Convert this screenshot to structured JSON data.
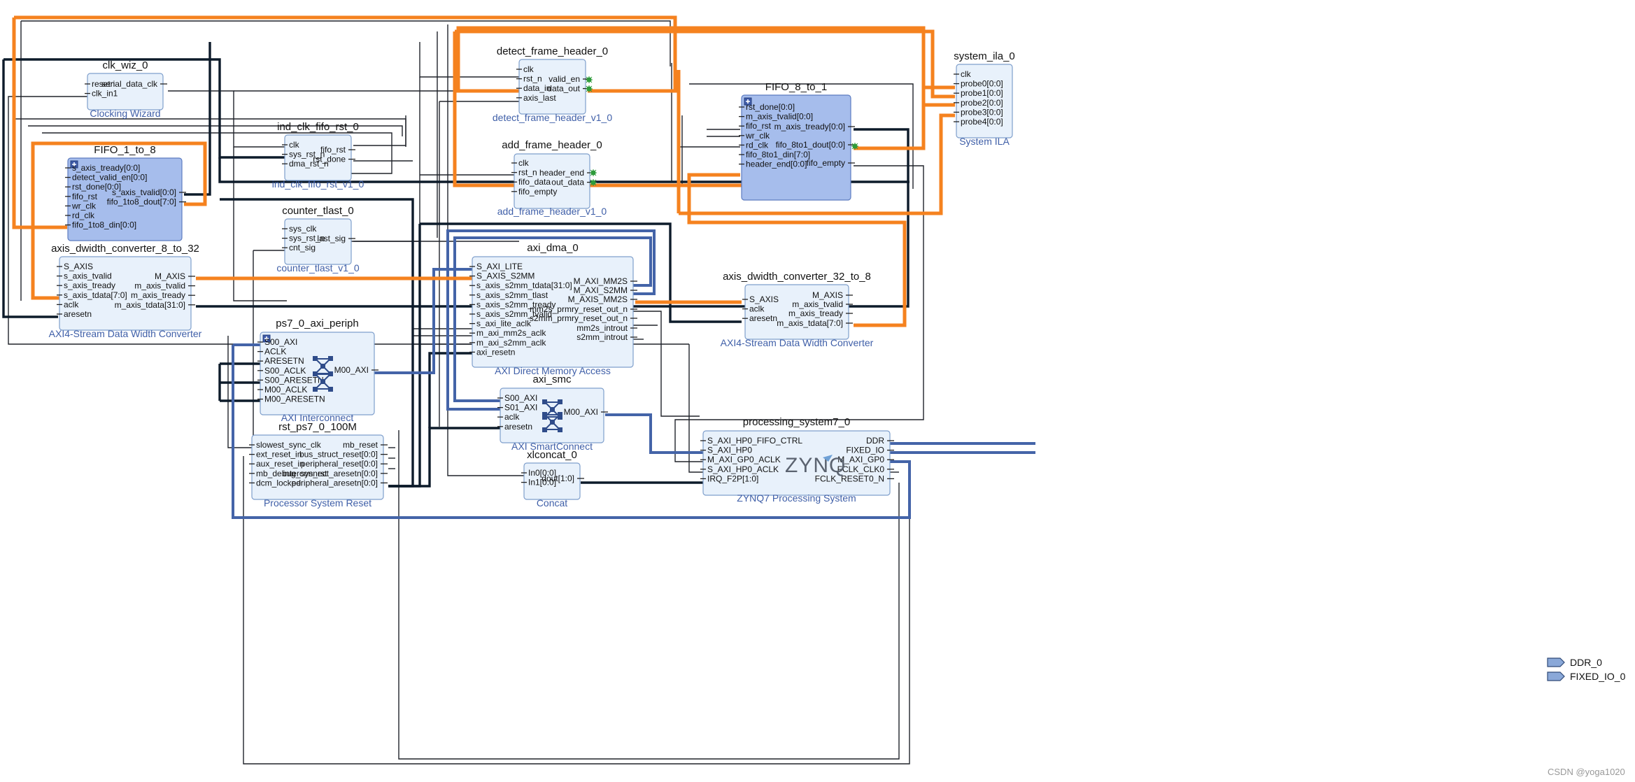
{
  "watermark": "CSDN @yoga1020",
  "ports": {
    "ddr": "DDR_0",
    "fixed_io": "FIXED_IO_0"
  },
  "zynq_logo": "ZYNQ",
  "colors": {
    "block_fill": "#e8f1fb",
    "block_highlight": "#a6bdec",
    "axi_bus": "#4464a8",
    "highlighted_net": "#f5821f",
    "block_subtitle": "#3f5fa8"
  },
  "blocks": {
    "clk_wiz": {
      "title": "clk_wiz_0",
      "subtitle": "Clocking Wizard",
      "pins_left": [
        "resetn",
        "clk_in1"
      ],
      "pins_right": [
        "serial_data_clk"
      ]
    },
    "fifo_1_to_8": {
      "title": "FIFO_1_to_8",
      "subtitle": "",
      "pins_left": [
        "s_axis_tready[0:0]",
        "detect_valid_en[0:0]",
        "rst_done[0:0]",
        "fifo_rst",
        "wr_clk",
        "rd_clk",
        "fifo_1to8_din[0:0]"
      ],
      "pins_right": [
        "s_axis_tvalid[0:0]",
        "fifo_1to8_dout[7:0]"
      ]
    },
    "dwidth_8_32": {
      "title": "axis_dwidth_converter_8_to_32",
      "subtitle": "AXI4-Stream Data Width Converter",
      "pins_left": [
        "S_AXIS",
        "s_axis_tvalid",
        "s_axis_tready",
        "s_axis_tdata[7:0]",
        "aclk",
        "aresetn"
      ],
      "pins_right": [
        "M_AXIS",
        "m_axis_tvalid",
        "m_axis_tready",
        "m_axis_tdata[31:0]"
      ]
    },
    "ind_clk": {
      "title": "ind_clk_fifo_rst_0",
      "subtitle": "ind_clk_fifo_rst_v1_0",
      "pins_left": [
        "clk",
        "sys_rst_n",
        "dma_rst_n"
      ],
      "pins_right": [
        "fifo_rst",
        "rst_done"
      ]
    },
    "counter": {
      "title": "counter_tlast_0",
      "subtitle": "counter_tlast_v1_0",
      "pins_left": [
        "sys_clk",
        "sys_rst_n",
        "cnt_sig"
      ],
      "pins_right": [
        "last_sig"
      ]
    },
    "axi_periph": {
      "title": "ps7_0_axi_periph",
      "subtitle": "AXI Interconnect",
      "pins_left": [
        "S00_AXI",
        "ACLK",
        "ARESETN",
        "S00_ACLK",
        "S00_ARESETN",
        "M00_ACLK",
        "M00_ARESETN"
      ],
      "pins_right": [
        "M00_AXI"
      ]
    },
    "rst_ps7": {
      "title": "rst_ps7_0_100M",
      "subtitle": "Processor System Reset",
      "pins_left": [
        "slowest_sync_clk",
        "ext_reset_in",
        "aux_reset_in",
        "mb_debug_sys_rst",
        "dcm_locked"
      ],
      "pins_right": [
        "mb_reset",
        "bus_struct_reset[0:0]",
        "peripheral_reset[0:0]",
        "interconnect_aresetn[0:0]",
        "peripheral_aresetn[0:0]"
      ]
    },
    "detect": {
      "title": "detect_frame_header_0",
      "subtitle": "detect_frame_header_v1_0",
      "pins_left": [
        "clk",
        "rst_n",
        "data_in",
        "axis_last"
      ],
      "pins_right": [
        "valid_en",
        "data_out"
      ]
    },
    "add": {
      "title": "add_frame_header_0",
      "subtitle": "add_frame_header_v1_0",
      "pins_left": [
        "clk",
        "rst_n",
        "fifo_data",
        "fifo_empty"
      ],
      "pins_right": [
        "header_end",
        "out_data"
      ]
    },
    "dma": {
      "title": "axi_dma_0",
      "subtitle": "AXI Direct Memory Access",
      "pins_left": [
        "S_AXI_LITE",
        "S_AXIS_S2MM",
        "s_axis_s2mm_tdata[31:0]",
        "s_axis_s2mm_tlast",
        "s_axis_s2mm_tready",
        "s_axis_s2mm_tvalid",
        "s_axi_lite_aclk",
        "m_axi_mm2s_aclk",
        "m_axi_s2mm_aclk",
        "axi_resetn"
      ],
      "pins_right": [
        "M_AXI_MM2S",
        "M_AXI_S2MM",
        "M_AXIS_MM2S",
        "mm2s_prmry_reset_out_n",
        "s2mm_prmry_reset_out_n",
        "mm2s_introut",
        "s2mm_introut"
      ]
    },
    "smc": {
      "title": "axi_smc",
      "subtitle": "AXI SmartConnect",
      "pins_left": [
        "S00_AXI",
        "S01_AXI",
        "aclk",
        "aresetn"
      ],
      "pins_right": [
        "M00_AXI"
      ]
    },
    "xlconcat": {
      "title": "xlconcat_0",
      "subtitle": "Concat",
      "pins_left": [
        "In0[0:0]",
        "In1[0:0]"
      ],
      "pins_right": [
        "dout[1:0]"
      ]
    },
    "fifo_8_to_1": {
      "title": "FIFO_8_to_1",
      "subtitle": "",
      "pins_left": [
        "rst_done[0:0]",
        "m_axis_tvalid[0:0]",
        "fifo_rst",
        "wr_clk",
        "rd_clk",
        "fifo_8to1_din[7:0]",
        "header_end[0:0]"
      ],
      "pins_right": [
        "m_axis_tready[0:0]",
        "fifo_8to1_dout[0:0]",
        "fifo_empty"
      ]
    },
    "dwidth_32_8": {
      "title": "axis_dwidth_converter_32_to_8",
      "subtitle": "AXI4-Stream Data Width Converter",
      "pins_left": [
        "S_AXIS",
        "aclk",
        "aresetn"
      ],
      "pins_right": [
        "M_AXIS",
        "m_axis_tvalid",
        "m_axis_tready",
        "m_axis_tdata[7:0]"
      ]
    },
    "ila": {
      "title": "system_ila_0",
      "subtitle": "System ILA",
      "pins_left": [
        "clk",
        "probe0[0:0]",
        "probe1[0:0]",
        "probe2[0:0]",
        "probe3[0:0]",
        "probe4[0:0]"
      ],
      "pins_right": []
    },
    "ps7": {
      "title": "processing_system7_0",
      "subtitle": "ZYNQ7 Processing System",
      "pins_left": [
        "S_AXI_HP0_FIFO_CTRL",
        "S_AXI_HP0",
        "M_AXI_GP0_ACLK",
        "S_AXI_HP0_ACLK",
        "IRQ_F2P[1:0]"
      ],
      "pins_right": [
        "DDR",
        "FIXED_IO",
        "M_AXI_GP0",
        "FCLK_CLK0",
        "FCLK_RESET0_N"
      ]
    }
  }
}
